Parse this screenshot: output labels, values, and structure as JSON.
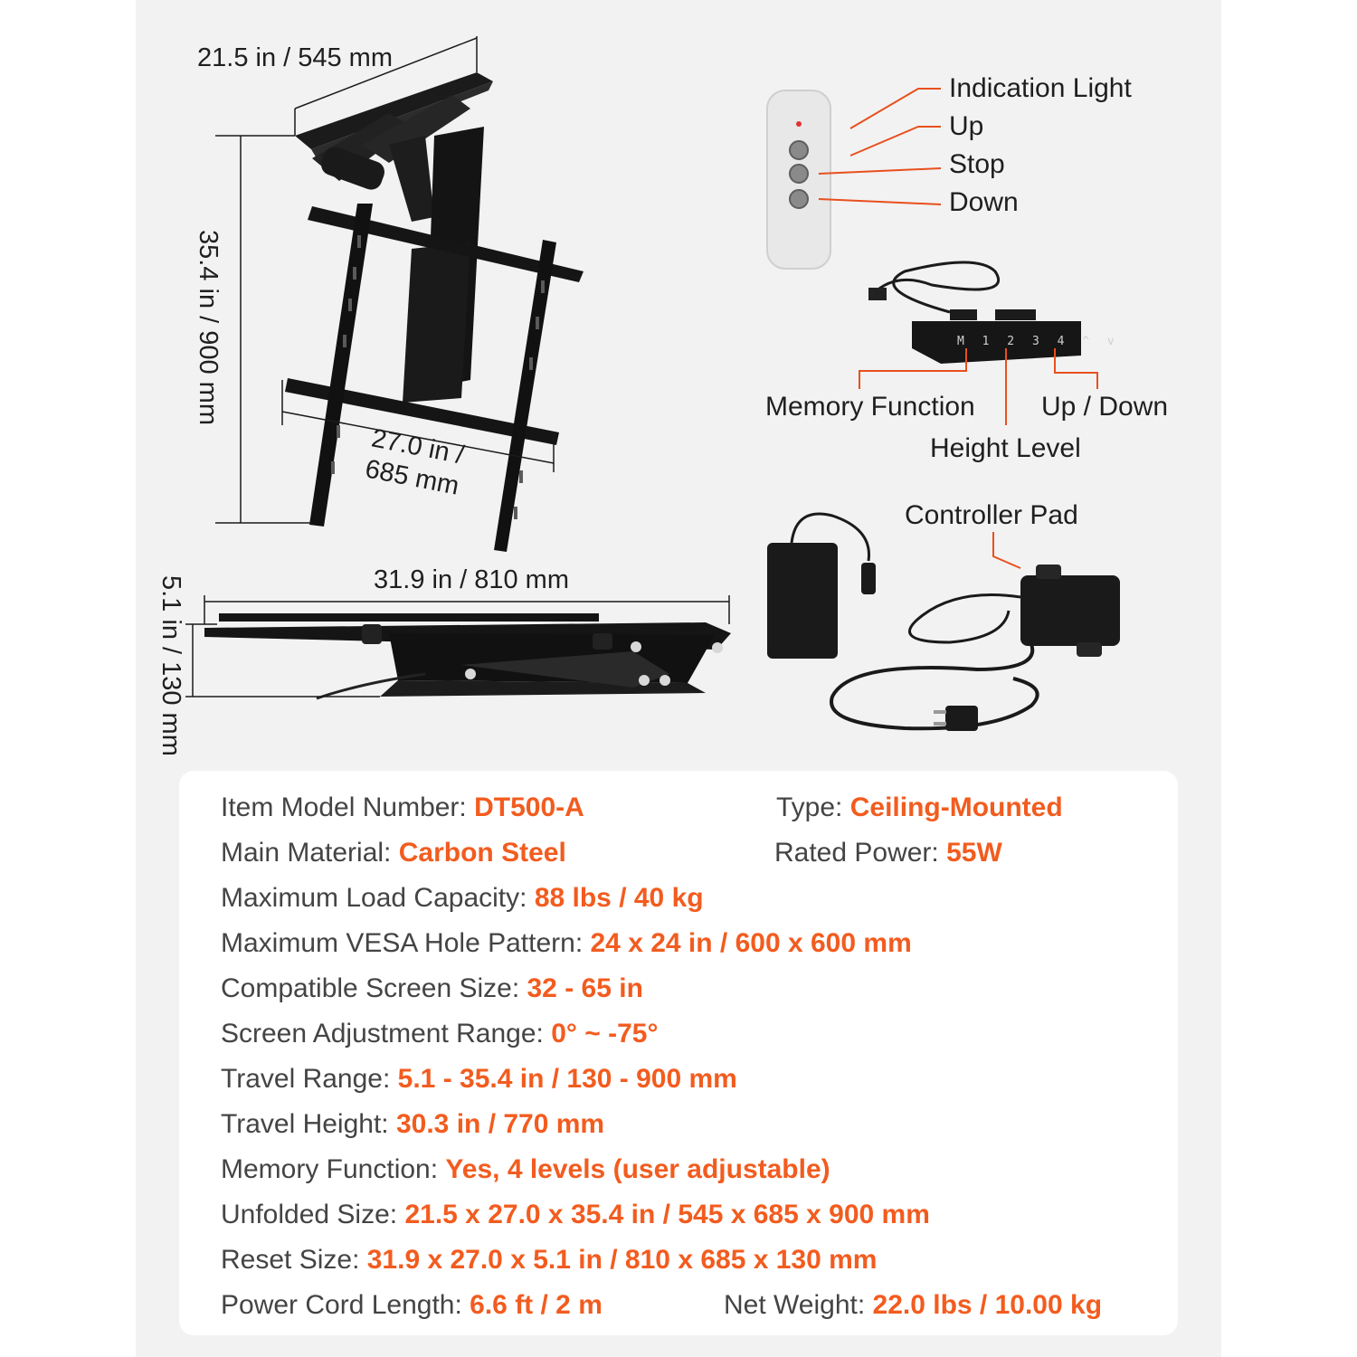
{
  "colors": {
    "accent": "#f25c1f",
    "panel": "#f2f2f2",
    "line": "#e8501d"
  },
  "dimensions": {
    "top_width": "21.5 in / 545 mm",
    "height": "35.4 in / 900 mm",
    "bracket_width_line1": "27.0 in /",
    "bracket_width_line2": "685 mm",
    "folded_length": "31.9 in / 810 mm",
    "folded_height": "5.1 in / 130 mm"
  },
  "remote": {
    "indication_light": "Indication Light",
    "up": "Up",
    "stop": "Stop",
    "down": "Down"
  },
  "keypad": {
    "keys": "M 1 2 3 4 ^ v",
    "memory_function": "Memory Function",
    "up_down": "Up / Down",
    "height_level": "Height Level"
  },
  "controller_pad_label": "Controller Pad",
  "specs": {
    "model_label": "Item Model Number: ",
    "model_value": "DT500-A",
    "type_label": "Type: ",
    "type_value": "Ceiling-Mounted",
    "material_label": "Main Material: ",
    "material_value": "Carbon Steel",
    "power_label": "Rated Power: ",
    "power_value": "55W",
    "load_label": "Maximum Load Capacity: ",
    "load_value": "88 lbs / 40 kg",
    "vesa_label": "Maximum VESA Hole Pattern: ",
    "vesa_value": "24 x 24 in / 600 x 600 mm",
    "screen_label": "Compatible Screen Size: ",
    "screen_value": "32 - 65 in",
    "adjust_label": "Screen Adjustment Range: ",
    "adjust_value": "0° ~ -75°",
    "travel_range_label": "Travel Range: ",
    "travel_range_value": "5.1 - 35.4 in / 130 - 900 mm",
    "travel_height_label": "Travel Height: ",
    "travel_height_value": "30.3 in / 770 mm",
    "memory_label": "Memory Function: ",
    "memory_value": "Yes, 4 levels (user adjustable)",
    "unfolded_label": "Unfolded Size: ",
    "unfolded_value": "21.5 x 27.0 x 35.4 in / 545 x 685 x 900 mm",
    "reset_label": "Reset Size: ",
    "reset_value": "31.9 x 27.0 x 5.1 in / 810 x 685 x 130 mm",
    "cord_label": "Power Cord Length: ",
    "cord_value": "6.6 ft / 2 m",
    "weight_label": "Net Weight: ",
    "weight_value": "22.0 lbs / 10.00 kg"
  }
}
